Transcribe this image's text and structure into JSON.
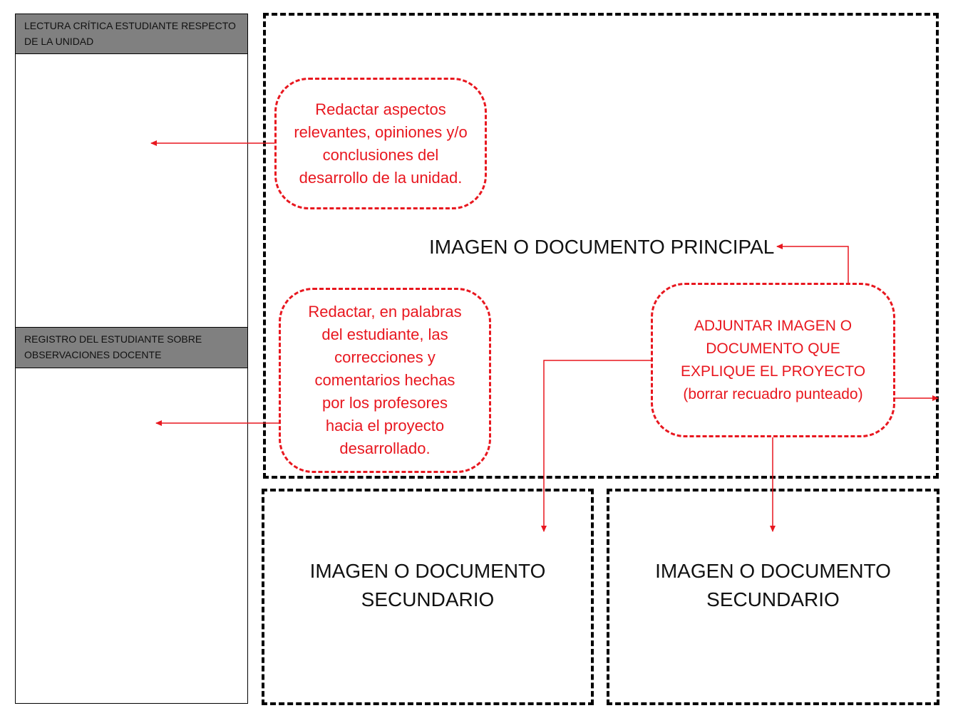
{
  "sidebar": {
    "panel1": {
      "title": "LECTURA CRÍTICA ESTUDIANTE RESPECTO DE LA UNIDAD"
    },
    "panel2": {
      "title": "REGISTRO DEL ESTUDIANTE SOBRE OBSERVACIONES DOCENTE"
    }
  },
  "main": {
    "principal_label": "IMAGEN O DOCUMENTO PRINCIPAL",
    "secondary_left_label": "IMAGEN O DOCUMENTO SECUNDARIO",
    "secondary_right_label": "IMAGEN O DOCUMENTO SECUNDARIO"
  },
  "notes": {
    "reading": "Redactar aspectos relevantes, opiniones y/o conclusiones del desarrollo de la unidad.",
    "registry": "Redactar, en palabras del estudiante, las correcciones y comentarios hechas por los profesores hacia el proyecto desarrollado.",
    "attach_line1": "ADJUNTAR IMAGEN O DOCUMENTO QUE EXPLIQUE EL PROYECTO",
    "attach_line2": "(borrar recuadro punteado)"
  },
  "colors": {
    "annotation_red": "#e8171f",
    "header_gray": "#808080"
  }
}
